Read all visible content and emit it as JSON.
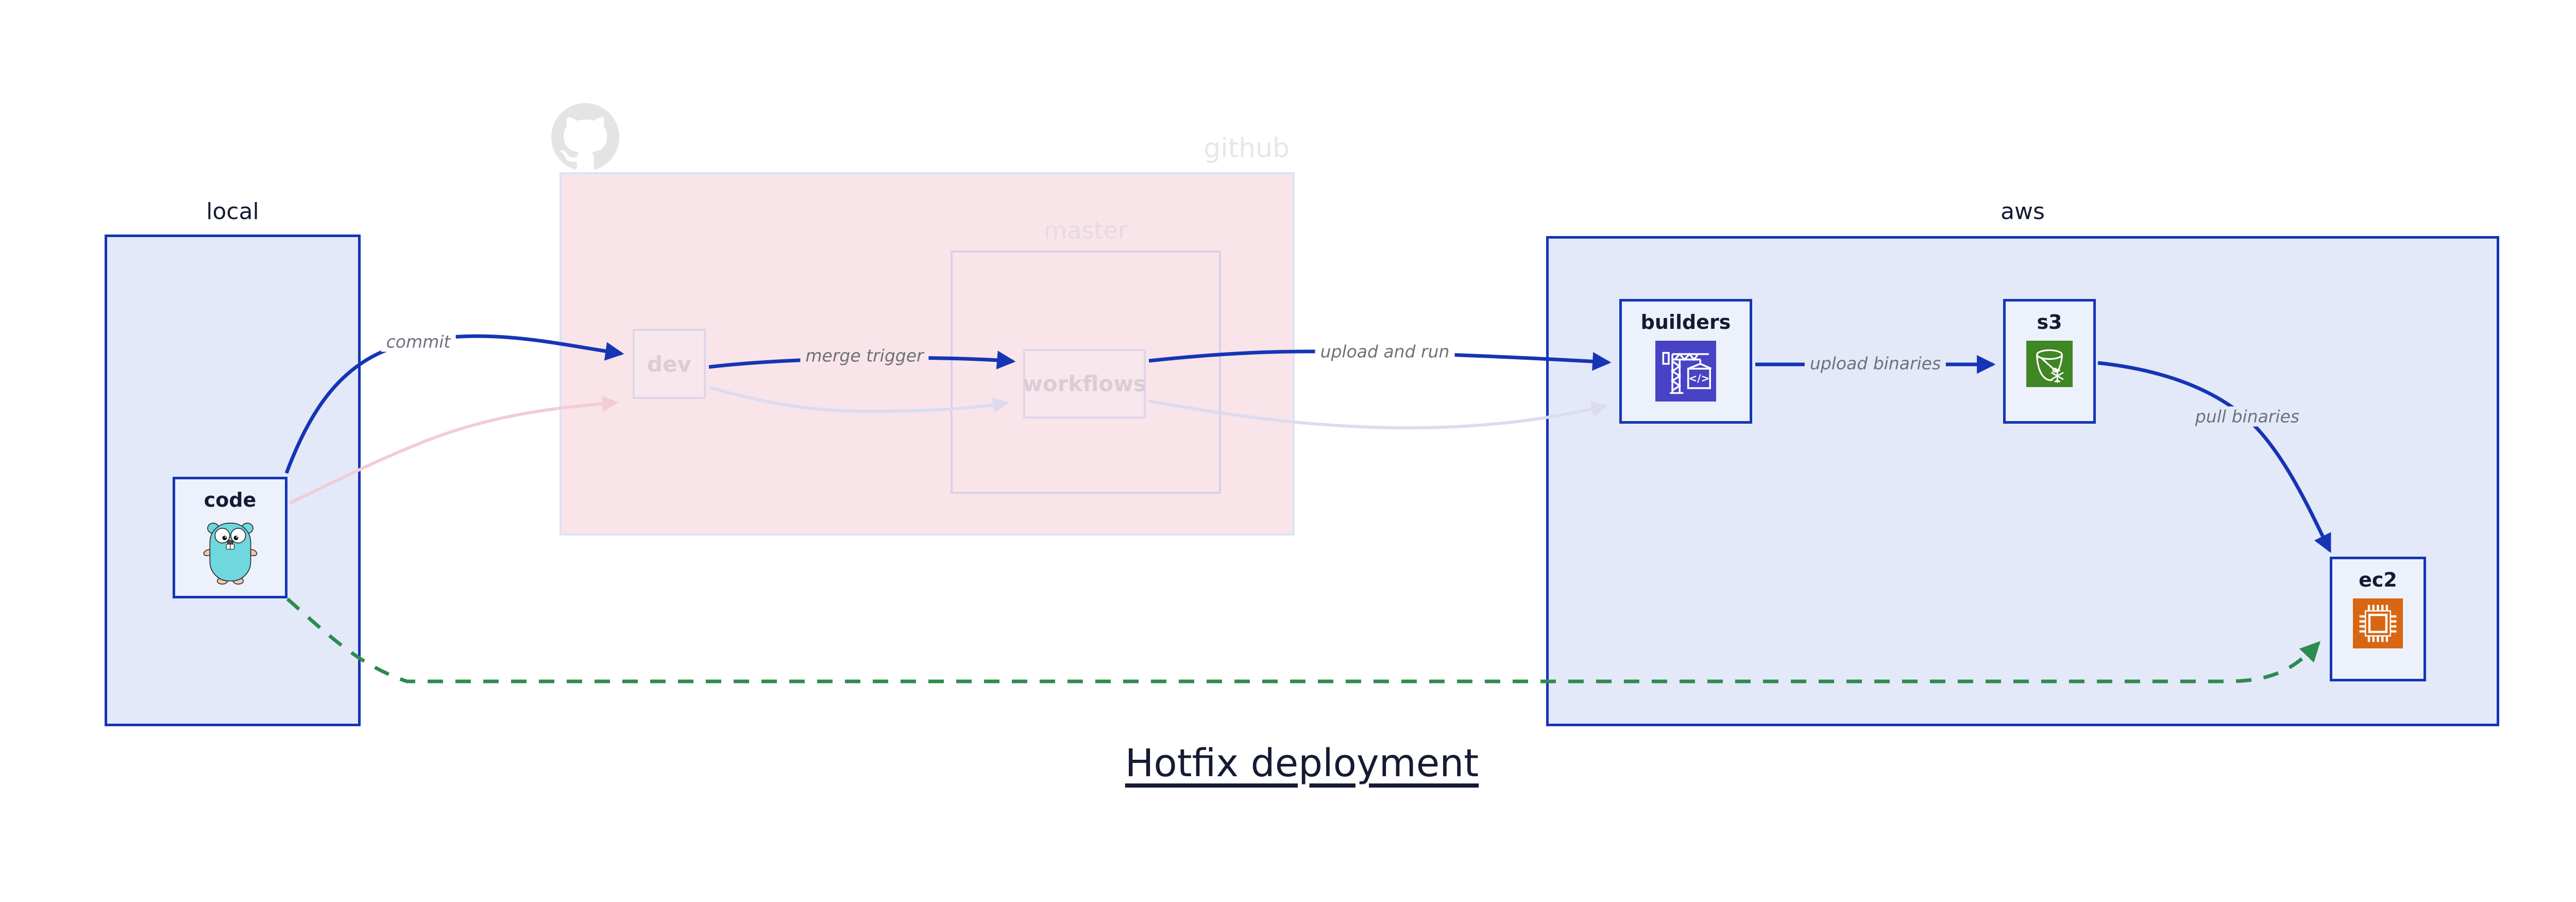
{
  "title": "Hotfix deployment",
  "clusters": {
    "local": {
      "label": "local"
    },
    "github": {
      "label": "github"
    },
    "master": {
      "label": "master"
    },
    "aws": {
      "label": "aws"
    }
  },
  "nodes": {
    "code": {
      "label": "code",
      "icon": "go-gopher-icon"
    },
    "dev": {
      "label": "dev"
    },
    "workflows": {
      "label": "workflows"
    },
    "builders": {
      "label": "builders",
      "icon": "aws-codebuild-icon"
    },
    "s3": {
      "label": "s3",
      "icon": "aws-s3-bucket-icon"
    },
    "ec2": {
      "label": "ec2",
      "icon": "aws-ec2-chip-icon"
    }
  },
  "edges": [
    {
      "from": "code",
      "to": "dev",
      "label": "commit",
      "style": "solid",
      "color": "#1535b5"
    },
    {
      "from": "dev",
      "to": "workflows",
      "label": "merge trigger",
      "style": "solid",
      "color": "#1535b5"
    },
    {
      "from": "workflows",
      "to": "builders",
      "label": "upload and run",
      "style": "solid",
      "color": "#1535b5"
    },
    {
      "from": "builders",
      "to": "s3",
      "label": "upload binaries",
      "style": "solid",
      "color": "#1535b5"
    },
    {
      "from": "s3",
      "to": "ec2",
      "label": "pull binaries",
      "style": "solid",
      "color": "#1535b5"
    },
    {
      "from": "code",
      "to": "ec2",
      "label": "",
      "style": "dashed",
      "color": "#2e8b4f"
    },
    {
      "from": "code",
      "to": "dev",
      "label": "",
      "style": "faded",
      "color": "#f2ccd7"
    },
    {
      "from": "dev",
      "to": "workflows",
      "label": "",
      "style": "faded",
      "color": "#dcdbf1"
    },
    {
      "from": "workflows",
      "to": "builders",
      "label": "",
      "style": "faded",
      "color": "#dcdbf1"
    }
  ],
  "colors": {
    "edge_blue": "#1535b5",
    "cluster_border_blue": "#1535b5",
    "cluster_fill_blue": "#e3e9f8",
    "node_fill": "#edf1fb",
    "github_fill": "#f9e4e9",
    "github_border": "#dde2f5",
    "master_border": "#d8d2e8",
    "faded_node_text": "#d9cdd6",
    "github_label_grey": "#e7e7e7",
    "octocat_grey": "#e4e4e4",
    "edge_label_grey": "#6d7179",
    "hotfix_green": "#2e8b4f",
    "faded_pink_edge": "#f2ccd7",
    "faded_lavender_edge": "#dcdbf1",
    "text_navy": "#161a33",
    "codebuild_indigo": "#4843c6",
    "s3_green": "#3F8624",
    "ec2_orange": "#D86613",
    "gopher_teal": "#6fd7de"
  }
}
